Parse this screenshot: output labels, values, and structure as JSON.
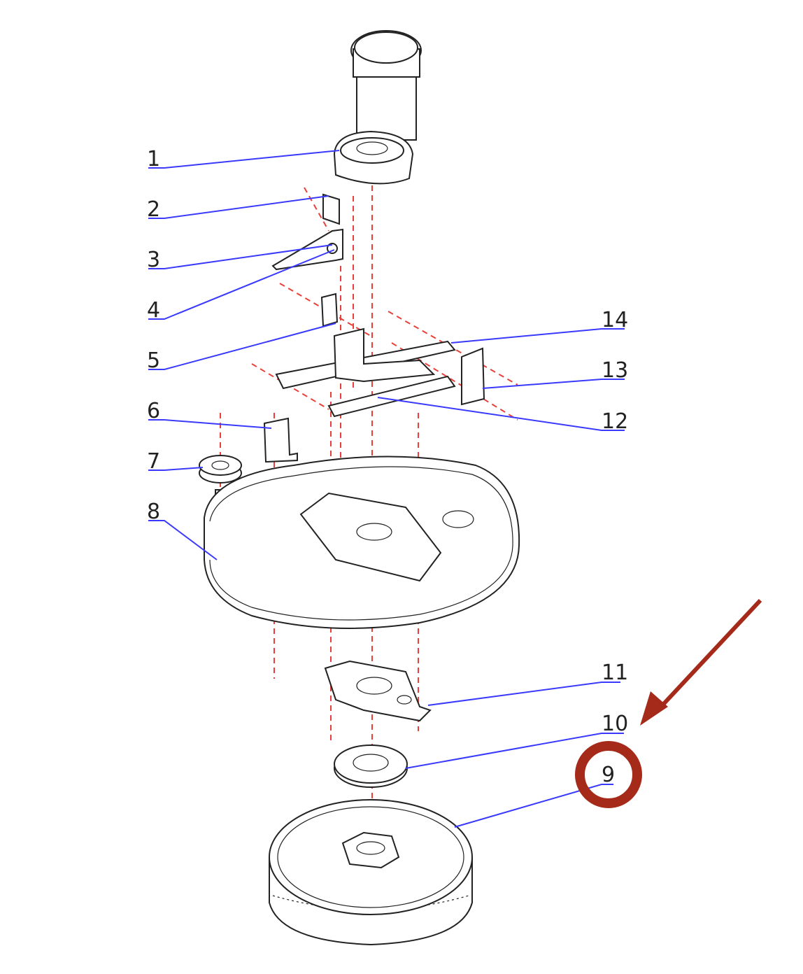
{
  "diagram": {
    "type": "exploded-parts-diagram",
    "callouts": [
      "1",
      "2",
      "3",
      "4",
      "5",
      "6",
      "7",
      "8",
      "9",
      "10",
      "11",
      "12",
      "13",
      "14"
    ],
    "highlighted_callout": "9",
    "colors": {
      "leader_lines": "#3a3aff",
      "centerlines": "#e8413a",
      "annotation": "#a52a1a",
      "linework": "#222222"
    }
  }
}
